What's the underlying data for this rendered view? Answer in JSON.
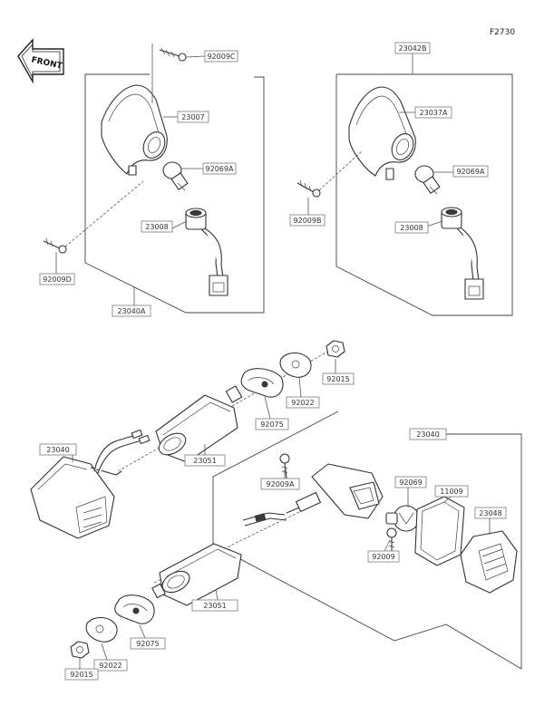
{
  "figure_code": "F2730",
  "front_label": "FRONT",
  "parts": {
    "p92009C": "92009C",
    "p23007": "23007",
    "p92069A_l": "92069A",
    "p23008_l": "23008",
    "p92009D": "92009D",
    "p23040A": "23040A",
    "p23042B": "23042B",
    "p23037A": "23037A",
    "p92069A_r": "92069A",
    "p92009B": "92009B",
    "p23008_r": "23008",
    "p92015_top": "92015",
    "p92022_top": "92022",
    "p92075_top": "92075",
    "p23040_left": "23040",
    "p23051_top": "23051",
    "p23040_right": "23040",
    "p92009A": "92009A",
    "p92069": "92069",
    "p11009": "11009",
    "p23048": "23048",
    "p92009": "92009",
    "p23051_bot": "23051",
    "p92075_bot": "92075",
    "p92022_bot": "92022",
    "p92015_bot": "92015"
  }
}
